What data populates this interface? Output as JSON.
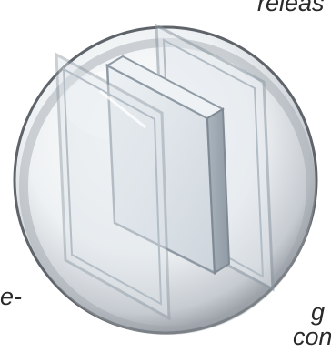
{
  "image": {
    "subject": "glass-panels-in-sphere-illustration",
    "text_fragments": {
      "top_right": "releas",
      "left_edge": "e-",
      "bottom_right_line1": "g",
      "bottom_right_line2": "con"
    }
  },
  "colors": {
    "sphere_shadow": "#8c9097",
    "sphere_light": "#f4f6f8",
    "glass_edge": "#9aa6b0",
    "glass_face": "#d9dfe4"
  }
}
